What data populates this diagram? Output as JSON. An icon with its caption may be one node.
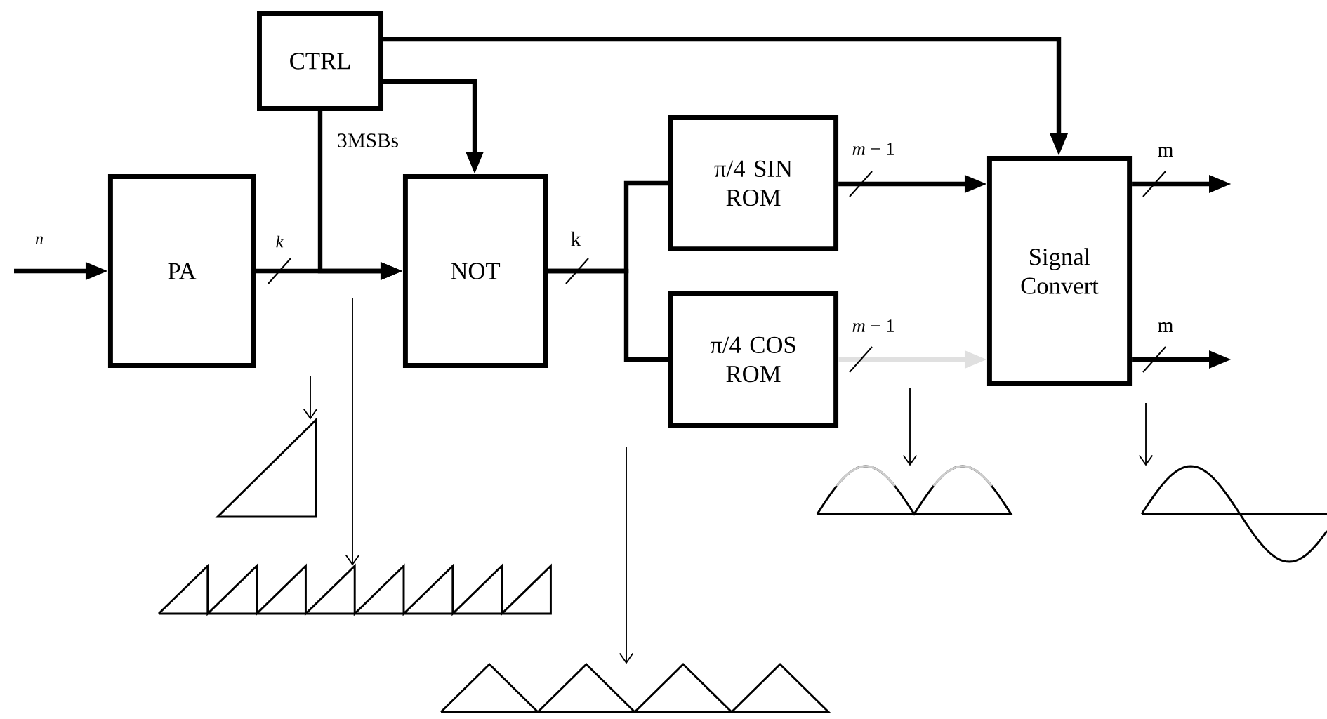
{
  "diagram": {
    "nodes": [
      {
        "text": [
          "CTRL"
        ]
      },
      {
        "text": [
          "PA"
        ]
      },
      {
        "text": [
          "NOT"
        ]
      },
      {
        "text": [
          "π/4 SIN ROM"
        ]
      },
      {
        "text": [
          "π/4 COS ROM"
        ]
      },
      {
        "text": [
          "Signal Convert"
        ]
      },
      {
        "text": [],
        "shape": "picture"
      },
      {
        "text": [],
        "shape": "picture"
      },
      {
        "text": [],
        "shape": "picture"
      },
      {
        "text": [],
        "shape": "picture"
      },
      {
        "text": [],
        "shape": "picture"
      }
    ],
    "edges": [
      {
        "from": null,
        "to": 1,
        "arrow": "to",
        "label": "n"
      },
      {
        "from": 1,
        "to": 2,
        "arrow": "to",
        "label": "k"
      },
      {
        "from": 0,
        "to": 2,
        "arrow": "to",
        "label": "3MSBs"
      },
      {
        "from": 0,
        "to": 2,
        "arrow": "to"
      },
      {
        "from": 0,
        "to": 5,
        "arrow": "to"
      },
      {
        "from": 2,
        "to": 3,
        "arrow": "none",
        "label": "k"
      },
      {
        "from": 2,
        "to": 4,
        "arrow": "none"
      },
      {
        "from": 3,
        "to": 5,
        "arrow": "to",
        "label": "*m* − 1"
      },
      {
        "from": 4,
        "to": 5,
        "arrow": "to",
        "label": "*m* − 1",
        "color": "#e0e0e0"
      },
      {
        "from": 5,
        "to": null,
        "arrow": "to",
        "label": "m"
      },
      {
        "from": 5,
        "to": null,
        "arrow": "to",
        "label": "m"
      },
      {
        "from": null,
        "to": 6,
        "arrow": "to"
      },
      {
        "from": null,
        "to": 7,
        "arrow": "to"
      },
      {
        "from": null,
        "to": 8,
        "arrow": "to"
      },
      {
        "from": null,
        "to": 9,
        "arrow": "to"
      },
      {
        "from": null,
        "to": 10,
        "arrow": "to"
      }
    ]
  }
}
